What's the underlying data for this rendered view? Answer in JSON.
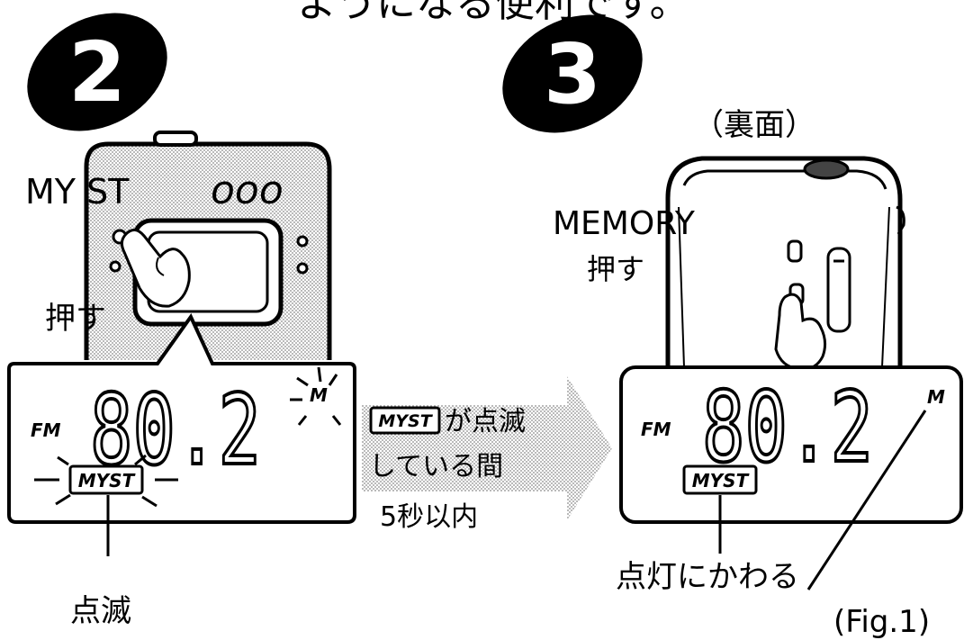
{
  "top_caption_fragment": "ようになる便利です。",
  "steps": [
    {
      "number": "2",
      "button_label": "MY ST",
      "knob_marks": "ooo",
      "action_label": "押す",
      "display": {
        "band": "FM",
        "frequency": "80.2",
        "memory_indicator": "M",
        "mode_badge": "MYST"
      },
      "callout_label": "点滅"
    },
    {
      "number": "3",
      "view_label": "（裏面）",
      "button_label": "MEMORY",
      "action_label": "押す",
      "display": {
        "band": "FM",
        "frequency": "80.2",
        "memory_indicator": "M",
        "mode_badge": "MYST"
      },
      "callout_label": "点灯にかわる"
    }
  ],
  "arrow": {
    "badge": "MYST",
    "line1_suffix": "が点滅",
    "line2": "している間",
    "line3": "5秒以内"
  },
  "figure_label": "(Fig.1)",
  "colors": {
    "ink": "#000000",
    "screen_tone": "#d6d6d6",
    "arrow_tone": "#c8c8c8"
  }
}
